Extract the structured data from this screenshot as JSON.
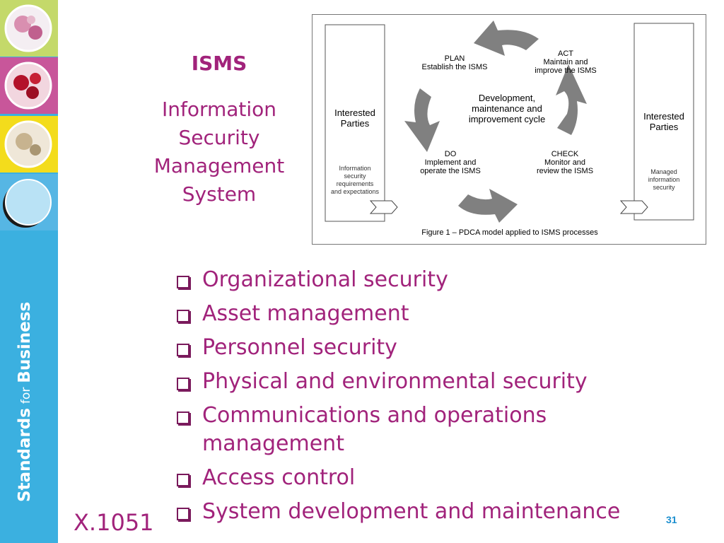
{
  "brand": {
    "standards": "Standards",
    "for": "for",
    "business": "Business"
  },
  "slide": {
    "title": "ISMS",
    "subtitle_lines": [
      "Information",
      "Security",
      "Management",
      "System"
    ],
    "code": "X.1051",
    "page_number": "31"
  },
  "figure": {
    "caption": "Figure 1 – PDCA model applied to ISMS processes",
    "left_box": {
      "title_line1": "Interested",
      "title_line2": "Parties",
      "detail_lines": [
        "Information",
        "security",
        "requirements",
        "and expectations"
      ]
    },
    "right_box": {
      "title_line1": "Interested",
      "title_line2": "Parties",
      "detail_lines": [
        "Managed",
        "information",
        "security"
      ]
    },
    "plan": {
      "heading": "PLAN",
      "text": "Establish the ISMS"
    },
    "act": {
      "heading": "ACT",
      "text_line1": "Maintain and",
      "text_line2": "improve the ISMS"
    },
    "do": {
      "heading": "DO",
      "text_line1": "Implement and",
      "text_line2": "operate the ISMS"
    },
    "check": {
      "heading": "CHECK",
      "text_line1": "Monitor and",
      "text_line2": "review the ISMS"
    },
    "center_lines": [
      "Development,",
      "maintenance and",
      "improvement cycle"
    ]
  },
  "bullets": [
    {
      "line1": "Organizational security"
    },
    {
      "line1": "Asset management"
    },
    {
      "line1": "Personnel security"
    },
    {
      "line1": "Physical and environmental security"
    },
    {
      "line1": "Communications and operations",
      "line2": "management"
    },
    {
      "line1": "Access control"
    },
    {
      "line1": "System development and maintenance"
    }
  ],
  "colors": {
    "brand_blue": "#3bb0e0",
    "accent_magenta": "#a1237b",
    "arrow_gray": "#808080"
  }
}
